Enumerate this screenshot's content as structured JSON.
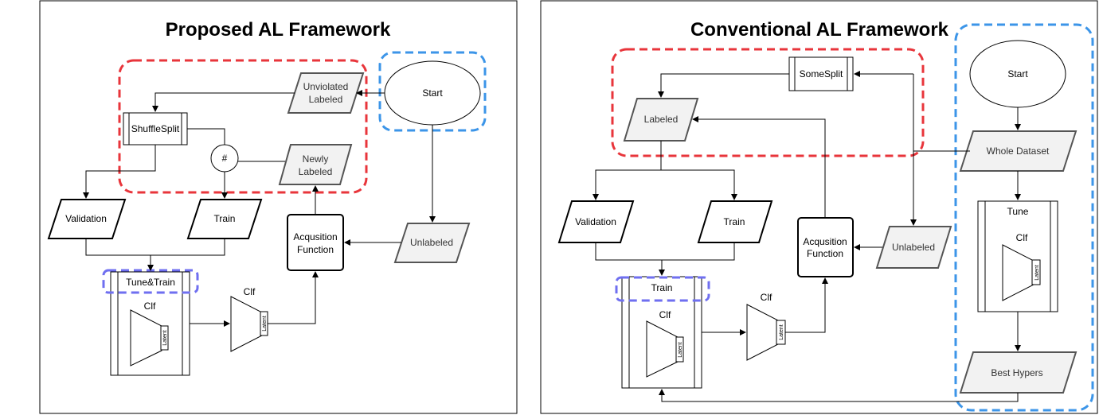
{
  "left": {
    "title": "Proposed AL Framework",
    "start": "Start",
    "unviolated_labeled_1": "Unviolated",
    "unviolated_labeled_2": "Labeled",
    "shufflesplit": "ShuffleSplit",
    "hash": "#",
    "newly_labeled_1": "Newly",
    "newly_labeled_2": "Labeled",
    "validation": "Validation",
    "train": "Train",
    "acquisition_1": "Acqusition",
    "acquisition_2": "Function",
    "unlabeled": "Unlabeled",
    "tune_train": "Tune&Train",
    "clf_inner": "Clf",
    "clf_outer": "Clf",
    "latent_inner": "Latent",
    "latent_outer": "Latent"
  },
  "right": {
    "title": "Conventional AL Framework",
    "start": "Start",
    "somesplit": "SomeSplit",
    "labeled": "Labeled",
    "whole_dataset": "Whole Dataset",
    "validation": "Validation",
    "train": "Train",
    "acquisition_1": "Acqusition",
    "acquisition_2": "Function",
    "unlabeled": "Unlabeled",
    "train_box": "Train",
    "clf_inner": "Clf",
    "clf_outer": "Clf",
    "latent_inner": "Latent",
    "latent_outer": "Latent",
    "tune": "Tune",
    "tune_clf": "Clf",
    "tune_latent": "Latent",
    "best_hypers": "Best Hypers"
  },
  "colors": {
    "red_group": "#e8353b",
    "blue_group": "#3c95e8",
    "purple_group": "#6f6ff0",
    "data_fill": "#f2f2f2"
  }
}
